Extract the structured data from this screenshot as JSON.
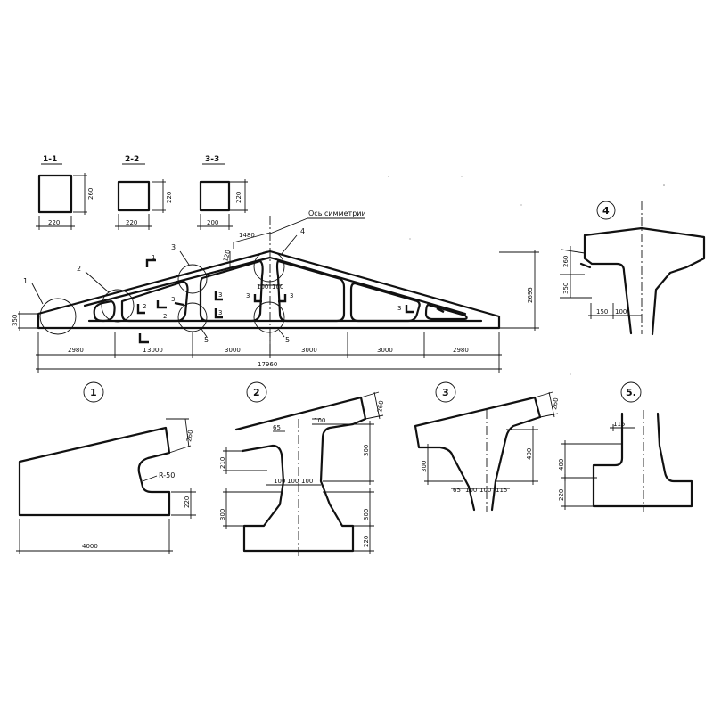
{
  "sections": {
    "s11": {
      "title": "1-1",
      "width": "220",
      "height": "260"
    },
    "s22": {
      "title": "2-2",
      "width": "220",
      "height": "220"
    },
    "s33": {
      "title": "3-3",
      "width": "200",
      "height": "220"
    }
  },
  "main": {
    "axis_label": "Ось симметрии",
    "dim_1480": "1480",
    "dim_120": "120",
    "dim_100a": "100",
    "dim_100b": "100",
    "dim_height": "2695",
    "dim_350": "350",
    "spans": [
      "2980",
      "3000",
      "3000",
      "3000",
      "3000",
      "2980"
    ],
    "total": "17960",
    "markers": [
      "1",
      "2",
      "3",
      "4",
      "5",
      "5"
    ],
    "section_marks": [
      "1",
      "2",
      "3",
      "3",
      "3",
      "1",
      "2",
      "3",
      "3",
      "3"
    ]
  },
  "detail1": {
    "num": "1",
    "dim_260": "260",
    "radius": "R-50",
    "dim_220": "220",
    "dim_4000": "4000"
  },
  "detail2": {
    "num": "2",
    "d65": "65",
    "d260": "260",
    "d210": "210",
    "d300a": "300",
    "d100a": "100",
    "d100b": "100",
    "d100c": "100",
    "d100d": "100",
    "d300b": "300",
    "d300c": "300",
    "d220": "220"
  },
  "detail3": {
    "num": "3",
    "d260": "260",
    "d300": "300",
    "d400": "400",
    "d65": "65",
    "d100a": "100",
    "d100b": "100",
    "d115": "115"
  },
  "detail4": {
    "num": "4",
    "d260": "260",
    "d350": "350",
    "d150": "150",
    "d100": "100"
  },
  "detail5": {
    "num": "5.",
    "d115": "115",
    "d400": "400",
    "d220": "220"
  }
}
